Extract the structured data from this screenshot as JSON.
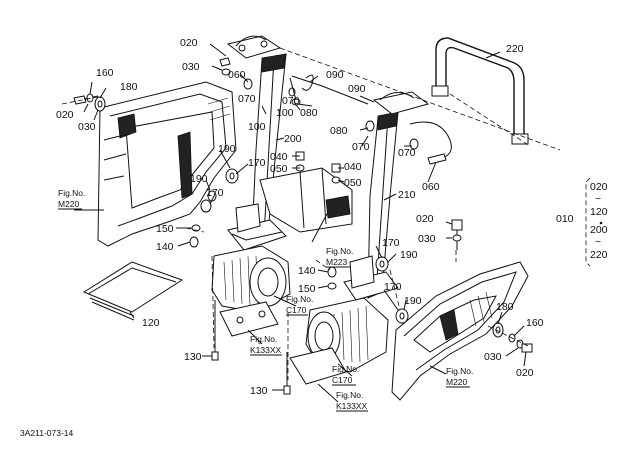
{
  "diagram": {
    "doc_code": "3A211-073-14",
    "callouts": {
      "c020_top": "020",
      "c030_top": "030",
      "c060_top": "060",
      "c070_top": "070",
      "c090_top": "090",
      "c070_b": "070",
      "c080_top": "080",
      "c160_l": "160",
      "c180_l": "180",
      "c020_l": "020",
      "c030_l": "030",
      "c100_a": "100",
      "c100_b": "100",
      "c200": "200",
      "c190_a": "190",
      "c170_a": "170",
      "c190_b": "190",
      "c170_b": "170",
      "c040_a": "040",
      "c050_a": "050",
      "c040_b": "040",
      "c050_b": "050",
      "c090_r": "090",
      "c080_r": "080",
      "c070_r": "070",
      "c070_r2": "070",
      "c060_r": "060",
      "c210": "210",
      "c220": "220",
      "c150_a": "150",
      "c140_a": "140",
      "c140_b": "140",
      "c150_b": "150",
      "c120": "120",
      "c020_m": "020",
      "c030_m": "030",
      "c170_c": "170",
      "c190_c": "190",
      "c170_d": "170",
      "c190_d": "190",
      "c130_a": "130",
      "c130_b": "130",
      "c180_r": "180",
      "c160_r": "160",
      "c030_r": "030",
      "c020_r": "020"
    },
    "fig_refs": {
      "m220_left": [
        "Fig.No.",
        "M220"
      ],
      "m223": [
        "Fig.No.",
        "M223"
      ],
      "c170_a": [
        "Fig.No.",
        "C170"
      ],
      "k133_a": [
        "Fig.No.",
        "K133XX"
      ],
      "c170_b": [
        "Fig.No.",
        "C170"
      ],
      "k133_b": [
        "Fig.No.",
        "K133XX"
      ],
      "m220_right": [
        "Fig.No.",
        "M220"
      ]
    },
    "range_group": {
      "label": "010",
      "items": [
        "020",
        "~",
        "120",
        "200",
        "~",
        "220"
      ]
    }
  }
}
